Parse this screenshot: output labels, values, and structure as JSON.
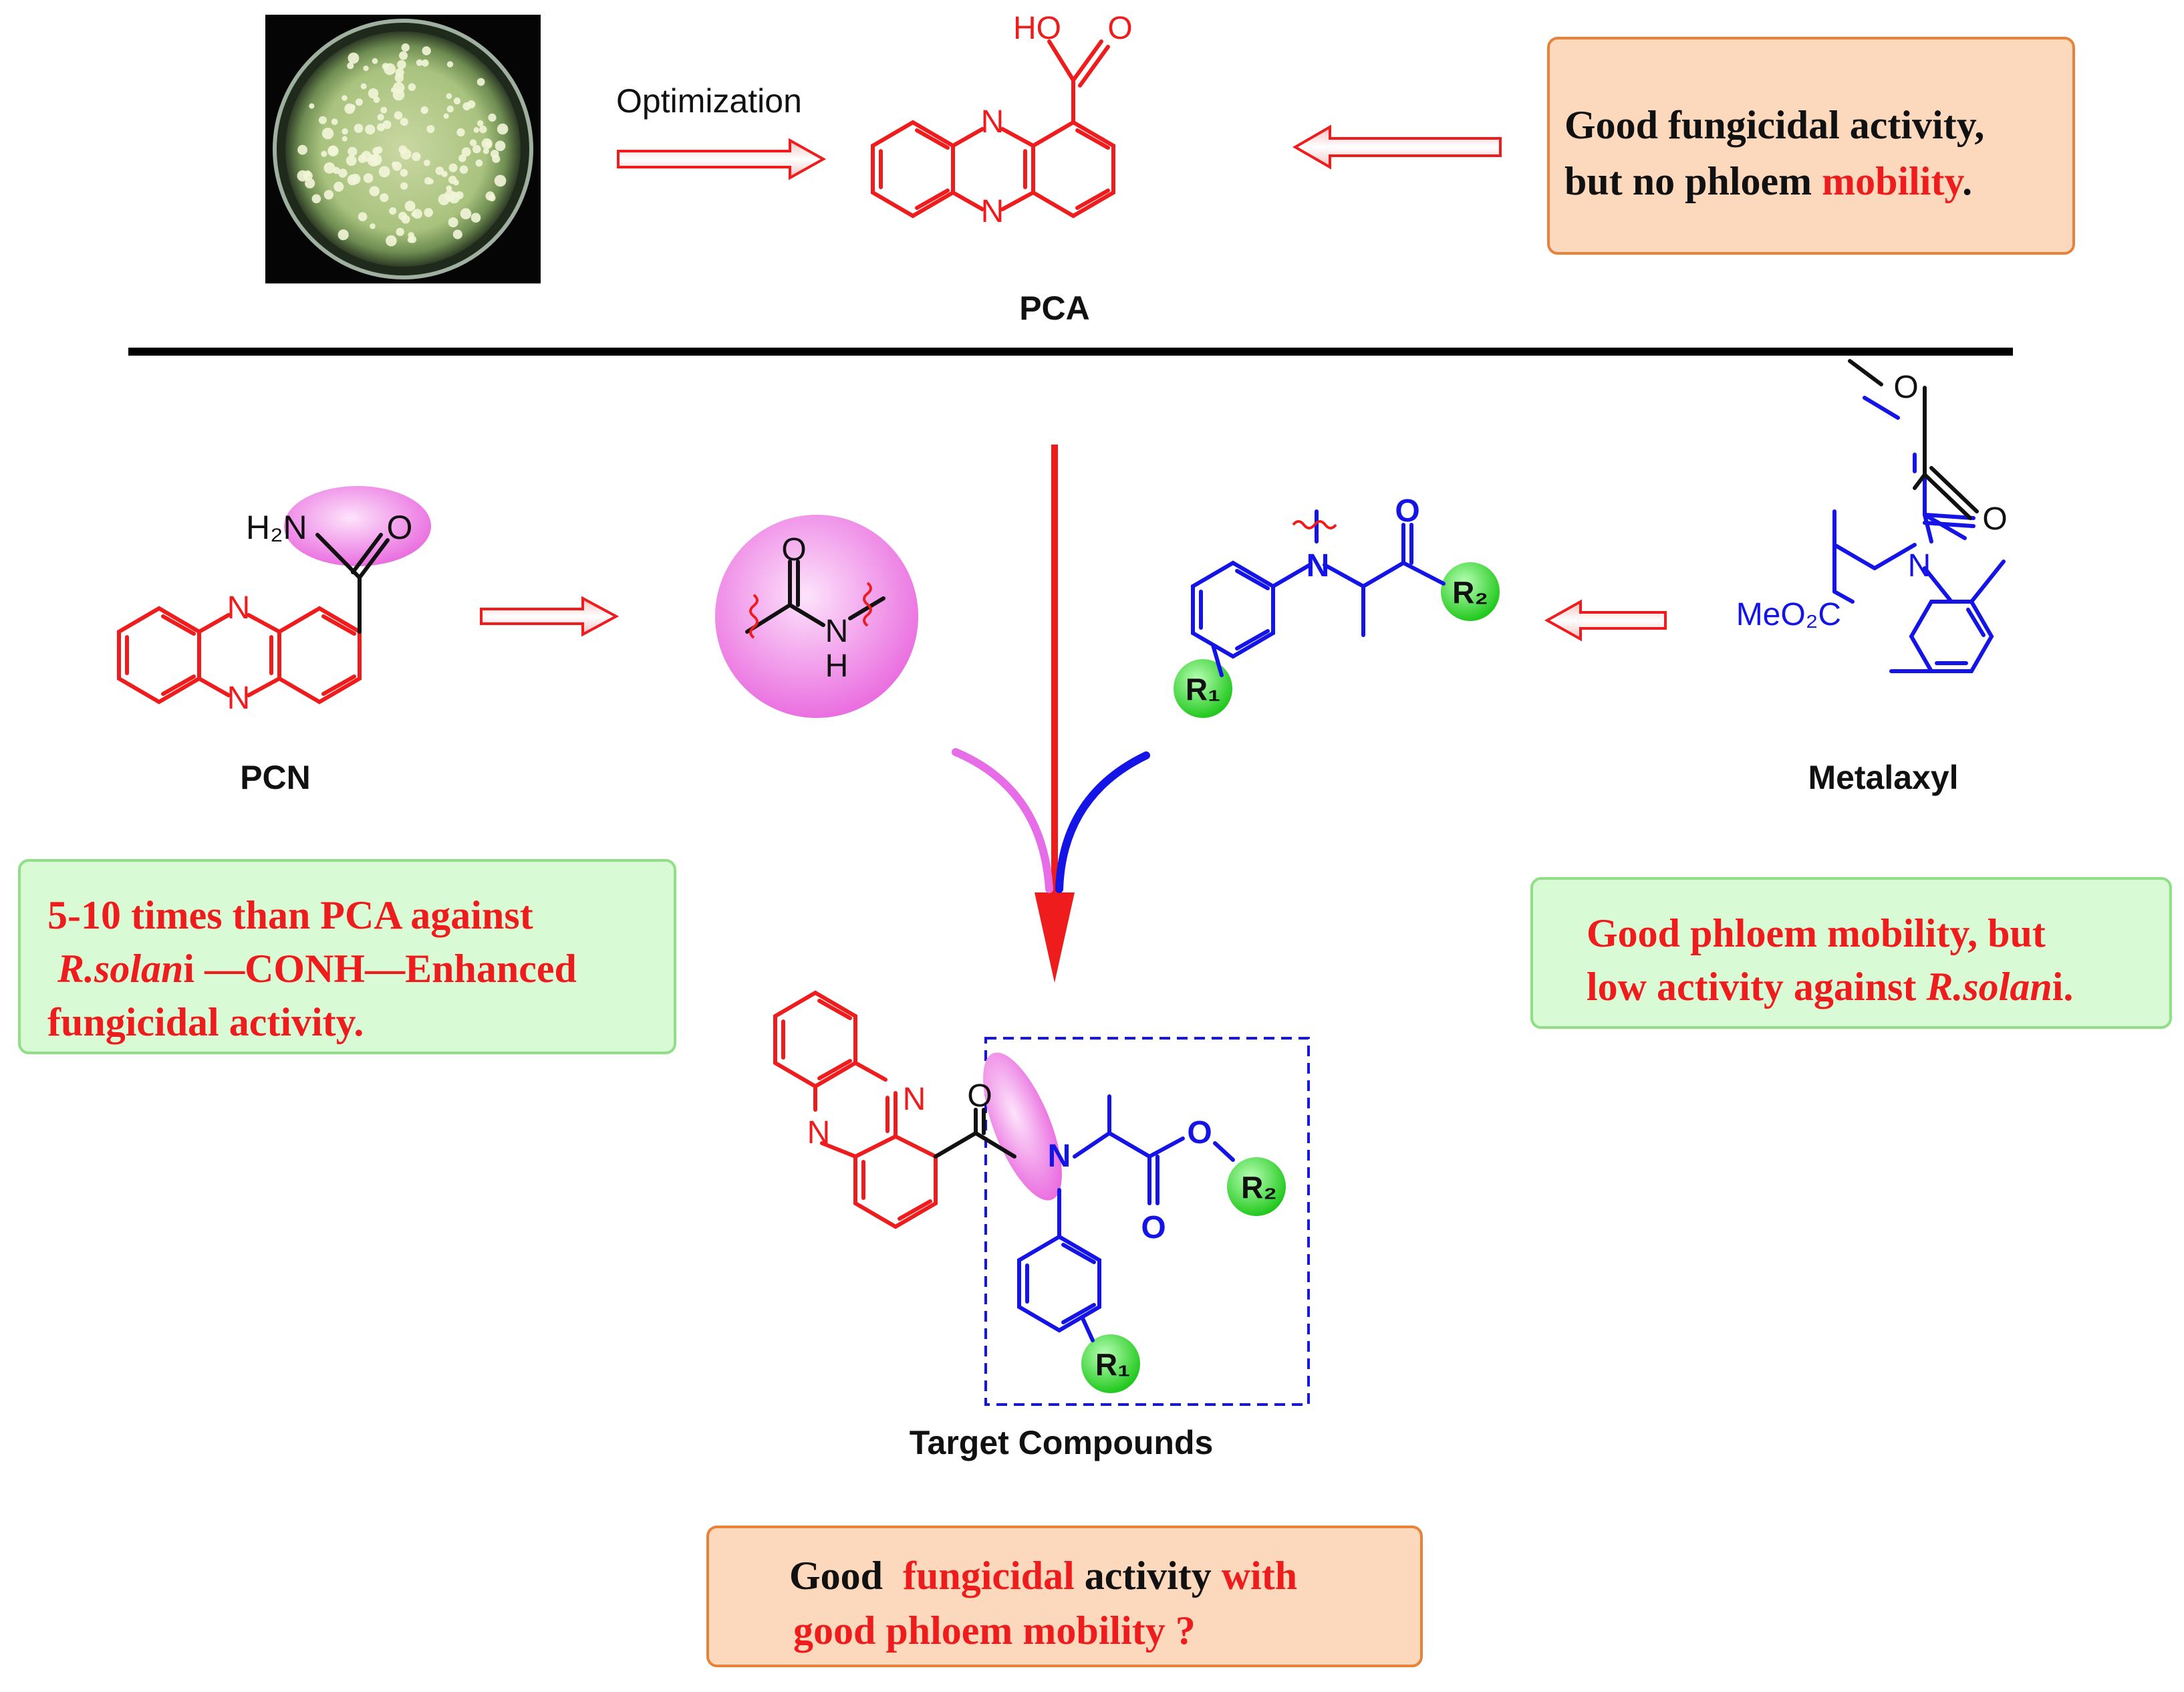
{
  "top": {
    "optimization_label": "Optimization",
    "pca_label": "PCA",
    "pca_ho": "HO",
    "pca_o": "O",
    "pca_n_top": "N",
    "pca_n_bottom": "N",
    "box_line1": "Good fungicidal activity,",
    "box_line2_a": "but no phloem ",
    "box_line2_b": "mobility",
    "box_line2_c": "."
  },
  "pcn": {
    "label": "PCN",
    "h2n": "H₂N",
    "o": "O",
    "n_top": "N",
    "n_bottom": "N"
  },
  "amide": {
    "o": "O",
    "n": "N",
    "h": "H"
  },
  "fragment": {
    "o": "O",
    "n": "N",
    "r1": "R₁",
    "r2": "R₂"
  },
  "metalaxyl": {
    "label": "Metalaxyl",
    "o_top": "O",
    "o_carbonyl": "O",
    "n": "N",
    "meo2c": "MeO₂C"
  },
  "left_box": {
    "line1": "5-10 times than PCA against",
    "line2_it": "R.solan",
    "line2_rest": "i —CONH—Enhanced",
    "line3": "fungicidal activity."
  },
  "right_box": {
    "line1": "Good phloem mobility, but",
    "line2_a": "low activity against ",
    "line2_it": "R.solan",
    "line2_b": "i."
  },
  "target": {
    "label": "Target Compounds",
    "n_ring_top": "N",
    "n_ring_left": "N",
    "o_carbonyl": "O",
    "n_amide": "N",
    "o_ester": "O",
    "o_ester2": "O",
    "r1": "R₁",
    "r2": "R₂"
  },
  "bottom_box": {
    "w1": "Good",
    "w2": "fungicidal",
    "w3": "activity",
    "w4": "with",
    "line2": "good phloem mobility ?"
  },
  "colors": {
    "red": "#ee1c1c",
    "blue": "#1414e6",
    "black": "#111111",
    "magenta_fill": "#f7a8f2",
    "green_fill": "#3ee03a",
    "orange_box": "#fcd9bd",
    "green_box": "#d8fbd6"
  }
}
